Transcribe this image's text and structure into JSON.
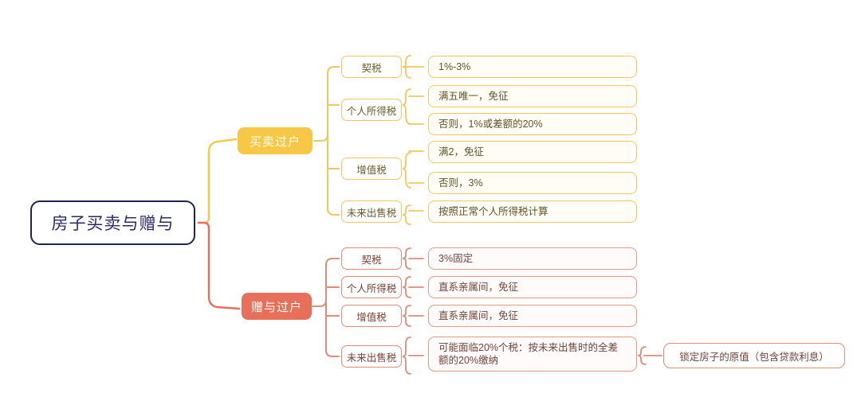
{
  "diagram": {
    "type": "mind-map",
    "root": {
      "label": "房子买卖与赠与"
    },
    "colors": {
      "root_border": "#1F2157",
      "root_text": "#2A2B66",
      "sell_accent": "#F7C846",
      "gift_accent": "#E8705A",
      "background": "#FFFFFF"
    },
    "branches": [
      {
        "id": "sell",
        "label": "买卖过户",
        "accent": "#F7C846",
        "categories": [
          {
            "label": "契税",
            "items": [
              {
                "text": "1%-3%"
              }
            ]
          },
          {
            "label": "个人所得税",
            "items": [
              {
                "text": "满五唯一，免征"
              },
              {
                "text": "否则，1%或差额的20%"
              }
            ]
          },
          {
            "label": "增值税",
            "items": [
              {
                "text": "满2，免征"
              },
              {
                "text": "否则，3%"
              }
            ]
          },
          {
            "label": "未来出售税",
            "items": [
              {
                "text": "按照正常个人所得税计算"
              }
            ]
          }
        ]
      },
      {
        "id": "gift",
        "label": "赠与过户",
        "accent": "#E8705A",
        "categories": [
          {
            "label": "契税",
            "items": [
              {
                "text": "3%固定"
              }
            ]
          },
          {
            "label": "个人所得税",
            "items": [
              {
                "text": "直系亲属间，免征"
              }
            ]
          },
          {
            "label": "增值税",
            "items": [
              {
                "text": "直系亲属间，免征"
              }
            ]
          },
          {
            "label": "未来出售税",
            "items": [
              {
                "text": "可能面临20%个税：按未来出售时的全差额的20%缴纳",
                "detail": "锁定房子的原值（包含贷款利息）"
              }
            ]
          }
        ]
      }
    ]
  }
}
